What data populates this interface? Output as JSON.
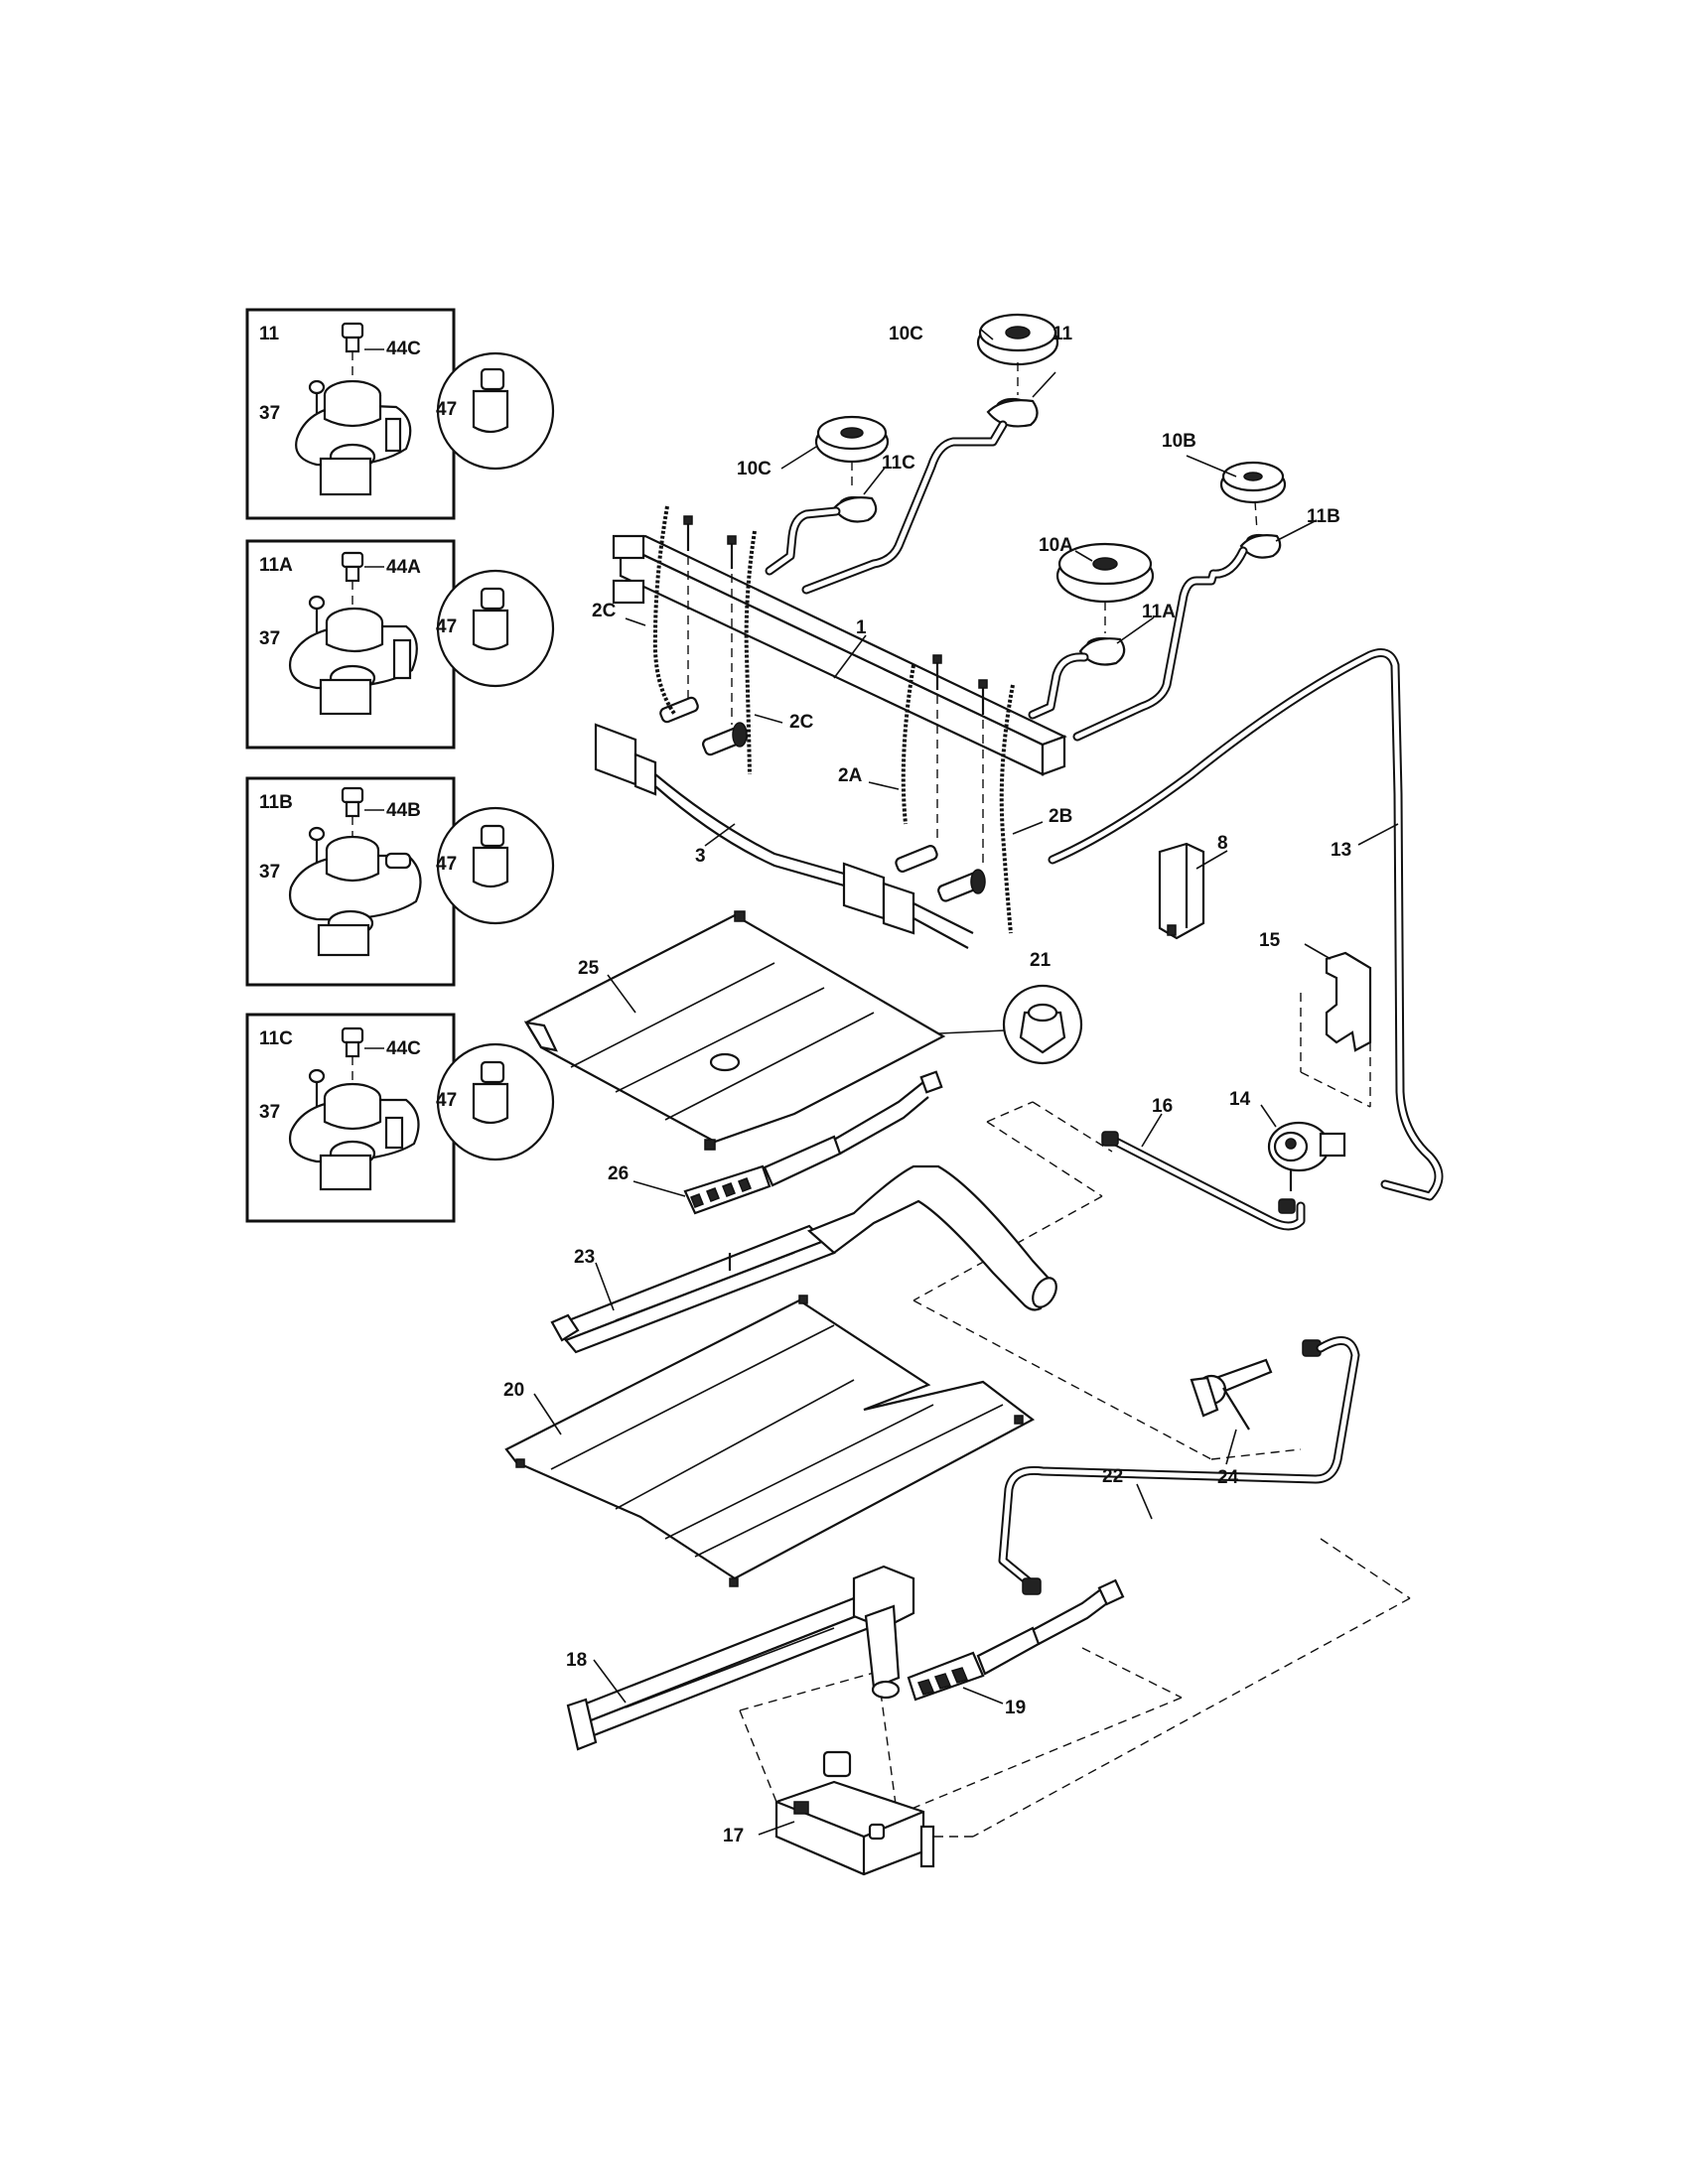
{
  "diagram": {
    "inset_boxes": [
      {
        "id": "11",
        "parts": [
          "44C",
          "37",
          "47"
        ]
      },
      {
        "id": "11A",
        "parts": [
          "44A",
          "37",
          "47"
        ]
      },
      {
        "id": "11B",
        "parts": [
          "44B",
          "37",
          "47"
        ]
      },
      {
        "id": "11C",
        "parts": [
          "44C",
          "37",
          "47"
        ]
      }
    ],
    "callouts": {
      "c1": "1",
      "c2A": "2A",
      "c2B": "2B",
      "c2C_a": "2C",
      "c2C_b": "2C",
      "c3": "3",
      "c8": "8",
      "c10A": "10A",
      "c10B": "10B",
      "c10C_a": "10C",
      "c10C_b": "10C",
      "c11": "11",
      "c11A": "11A",
      "c11B": "11B",
      "c11C": "11C",
      "c13": "13",
      "c14": "14",
      "c15": "15",
      "c16": "16",
      "c17": "17",
      "c18": "18",
      "c19": "19",
      "c20": "20",
      "c21": "21",
      "c22": "22",
      "c23": "23",
      "c24": "24",
      "c25": "25",
      "c26": "26"
    }
  }
}
